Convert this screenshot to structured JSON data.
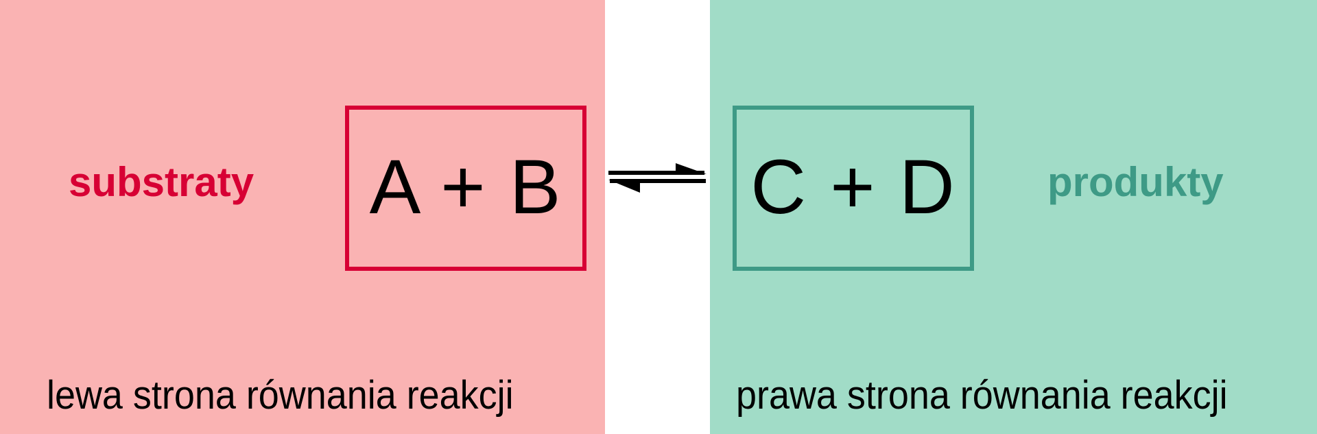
{
  "colors": {
    "left_bg": "#fab3b3",
    "left_accent": "#d70034",
    "right_bg": "#a1dcc7",
    "right_accent": "#3e9a86",
    "background": "#ffffff",
    "text": "#000000"
  },
  "left": {
    "label": "substraty",
    "formula": "A + B",
    "caption": "lewa strona równania reakcji"
  },
  "right": {
    "label": "produkty",
    "formula": "C + D",
    "caption": "prawa strona równania reakcji"
  },
  "arrow": {
    "icon": "equilibrium-arrows-icon",
    "symbol": "⇌"
  }
}
